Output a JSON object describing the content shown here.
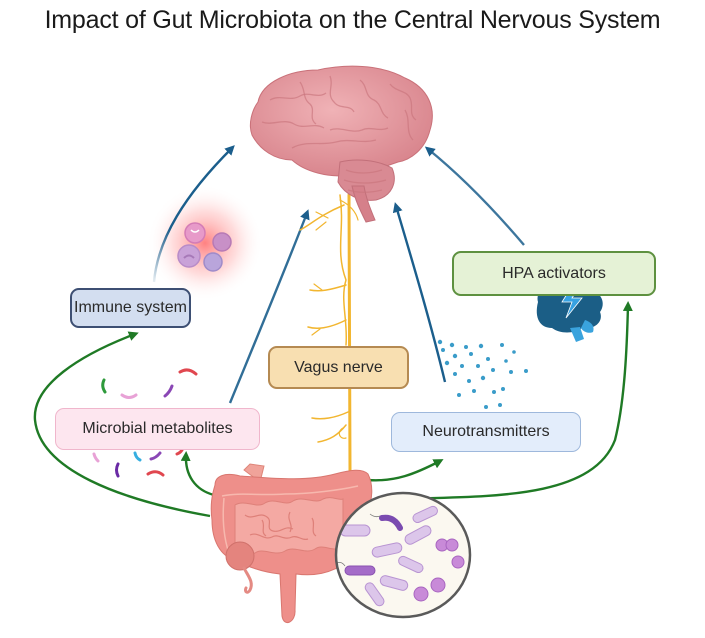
{
  "diagram": {
    "title": "Impact of Gut Microbiota on the Central Nervous System",
    "nodes": {
      "immune": {
        "label": "Immune system",
        "icon": "immune-cells-icon"
      },
      "hpa": {
        "label": "HPA activators",
        "icon": "stressed-brain-icon"
      },
      "vagus": {
        "label": "Vagus nerve",
        "icon": "nerve-icon"
      },
      "metabolites": {
        "label": "Microbial metabolites",
        "icon": "metabolite-fragments-icon"
      },
      "neurotransmitters": {
        "label": "Neurotransmitters",
        "icon": "molecule-dots-icon"
      },
      "brain": {
        "icon": "brain-icon"
      },
      "gut": {
        "icon": "intestines-icon"
      },
      "microbiota": {
        "icon": "bacteria-magnifier-icon"
      }
    },
    "edges": [
      {
        "from": "gut",
        "to": "immune",
        "color": "#1f7a25"
      },
      {
        "from": "gut",
        "to": "metabolites",
        "color": "#1f7a25"
      },
      {
        "from": "gut",
        "to": "neurotransmitters",
        "color": "#1f7a25"
      },
      {
        "from": "gut",
        "to": "hpa",
        "color": "#1f7a25"
      },
      {
        "from": "immune",
        "to": "brain",
        "color": "#1b5e8c"
      },
      {
        "from": "metabolites",
        "to": "brain",
        "color": "#1b5e8c"
      },
      {
        "from": "neurotransmitters",
        "to": "brain",
        "color": "#1b5e8c"
      },
      {
        "from": "hpa",
        "to": "brain",
        "color": "#1b5e8c"
      },
      {
        "from": "gut",
        "to": "brain",
        "via": "vagus",
        "color": "#f2b630"
      }
    ],
    "colors": {
      "to_brain_arrow": "#1b5e8c",
      "from_gut_arrow": "#1f7a25",
      "brain": "#e39aa0",
      "gut": "#ec8f8c",
      "vagus_nerve": "#f2b630"
    }
  }
}
